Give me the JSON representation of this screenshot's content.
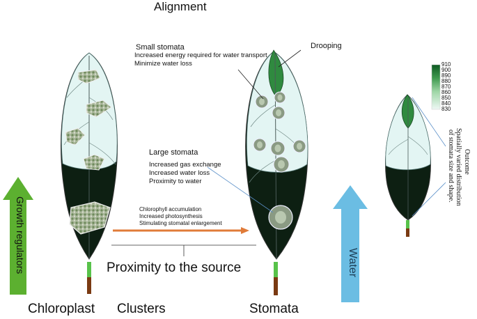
{
  "title": "Alignment",
  "labels": {
    "chloroplast": "Chloroplast",
    "clusters": "Clusters",
    "stomata": "Stomata",
    "proximity": "Proximity to the source",
    "drooping": "Drooping",
    "growth_regulators": "Growth regulators",
    "water": "Water"
  },
  "small_stomata": {
    "heading": "Small stomata",
    "lines": [
      "Increased energy required for water transport",
      "Minimize water loss"
    ]
  },
  "large_stomata": {
    "heading": "Large stomata",
    "lines": [
      "Increased gas exchange",
      "Increased water loss",
      "Proximity to water"
    ]
  },
  "arrow_notes": {
    "lines": [
      "Chlorophyll accumulation",
      "Increased photosynthesis",
      "Stimulating stomatal enlargement"
    ]
  },
  "outcome": {
    "heading": "Outcome",
    "lines": [
      "Spatially varied distribution",
      "of stomata size and shape."
    ]
  },
  "colorbar": {
    "ticks": [
      "910",
      "900",
      "890",
      "880",
      "870",
      "860",
      "850",
      "840",
      "830"
    ],
    "colors": [
      "#0e5a22",
      "#2e8a3f",
      "#5fb36d",
      "#9ed6a6",
      "#e6f5f1"
    ]
  },
  "colors": {
    "leaf_dark": "#0d1f12",
    "leaf_light": "#e3f5f3",
    "growth_arrow": "#5cb030",
    "water_arrow": "#6bbde3",
    "source_arrow": "#e07b39",
    "drooping_tip": "#2f8a3f"
  }
}
